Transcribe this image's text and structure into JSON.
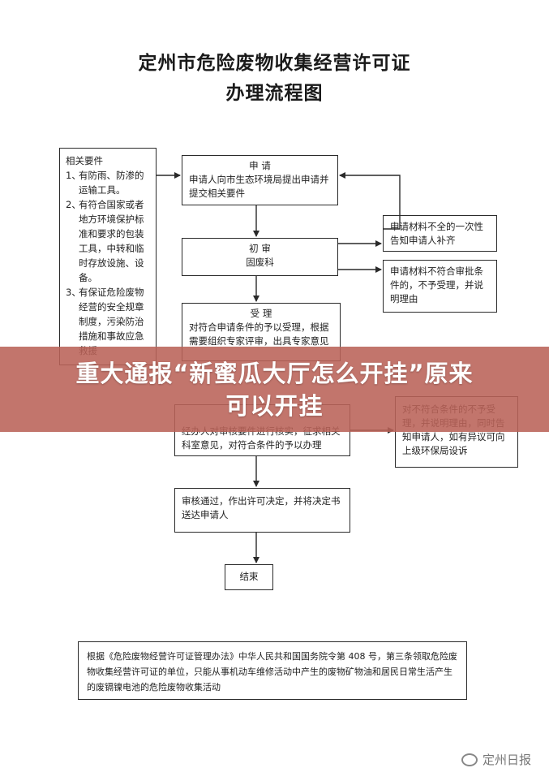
{
  "title": {
    "line1": "定州市危险废物收集经营许可证",
    "line2": "办理流程图"
  },
  "requirements": {
    "heading": "相关要件",
    "items": [
      {
        "num": "1、",
        "text": "有防雨、防渗的运输工具。"
      },
      {
        "num": "2、",
        "text": "有符合国家或者地方环境保护标准和要求的包装工具，中转和临时存放设施、设备。"
      },
      {
        "num": "3、",
        "text": "有保证危险废物经营的安全规章制度，污染防治措施和事故应急救援"
      }
    ]
  },
  "flow": {
    "apply": {
      "title": "申 请",
      "body": "申请人向市生态环境局提出申请并提交相关要件"
    },
    "review": {
      "title": "初 审",
      "body": "固废科"
    },
    "accept": {
      "title": "受 理",
      "body": "对符合申请条件的予以受理，根据需要组织专家评审，出具专家意见"
    },
    "verify": {
      "body": "经办人对审核要件进行核实，征求相关科室意见，对符合条件的予以办理"
    },
    "decide": {
      "body": "审核通过，作出许可决定，并将决定书送达申请人"
    },
    "end": {
      "body": "结束"
    }
  },
  "side": {
    "incomplete": "申请材料不全的一次性告知申请人补齐",
    "nonconforming": "申请材料不符合审批条件的，不予受理，并说明理由",
    "rejected": "对不符合条件的不予受理，并说明理由，同时告知申请人，如有异议可向上级环保局设诉"
  },
  "footer": {
    "text": "根据《危险废物经营许可证管理办法》中华人民共和国国务院令第 408 号，第三条领取危险废物收集经营许可证的单位，只能从事机动车维修活动中产生的废物矿物油和居民日常生活产生的废镉镍电池的危险废物收集活动"
  },
  "banner": {
    "line1": "重大通报“新蜜瓜大厅怎么开挂”原来",
    "line2": "可以开挂"
  },
  "watermark": {
    "icon": "wechat-icon",
    "text": "定州日报"
  },
  "colors": {
    "banner": "#ba6258",
    "border": "#2a2a2a"
  }
}
